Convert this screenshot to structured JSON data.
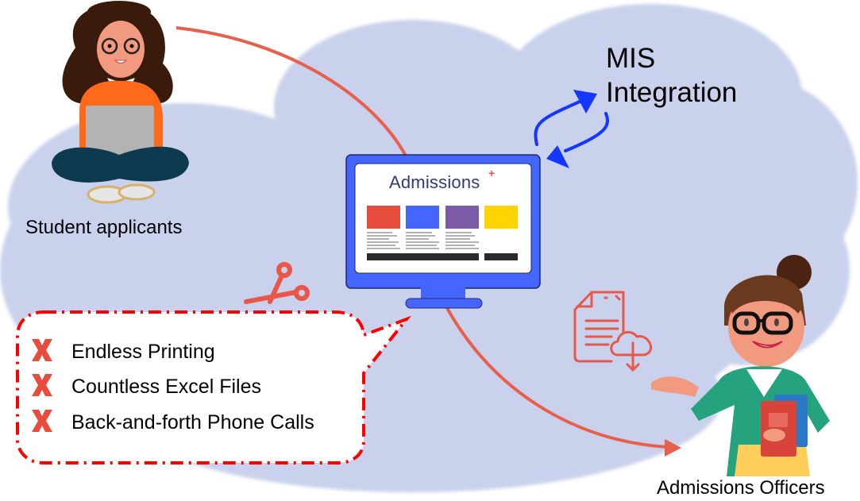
{
  "diagram": {
    "title": "Admissions workflow overview",
    "nodes": {
      "student": {
        "label": "Student applicants"
      },
      "officer": {
        "label": "Admissions Officers"
      },
      "system": {
        "logo_text": "Admissions",
        "logo_superscript": "+"
      },
      "mis": {
        "label_line1": "MIS",
        "label_line2": "Integration"
      }
    },
    "eliminated_items": [
      {
        "icon": "x-mark-icon",
        "label": "Endless Printing"
      },
      {
        "icon": "x-mark-icon",
        "label": "Countless Excel Files"
      },
      {
        "icon": "x-mark-icon",
        "label": "Back-and-forth Phone Calls"
      }
    ],
    "icons": [
      "scissors-icon",
      "document-cloud-download-icon",
      "sync-arrows-icon"
    ],
    "screen_tiles": [
      {
        "name": "red-tile",
        "color": "#e84c3d"
      },
      {
        "name": "blue-tile",
        "color": "#4466ff"
      },
      {
        "name": "purple-tile",
        "color": "#7b5aa6"
      },
      {
        "name": "yellow-tile",
        "color": "#ffd400"
      }
    ],
    "colors": {
      "cloud": "#c9d1ec",
      "flow_arrow": "#e8604c",
      "sync_arrow": "#1536ff",
      "monitor": "#4466ff",
      "callout_border": "#ff0000",
      "x_mark": "#e84c3d",
      "icon_red": "#e8574a"
    }
  }
}
